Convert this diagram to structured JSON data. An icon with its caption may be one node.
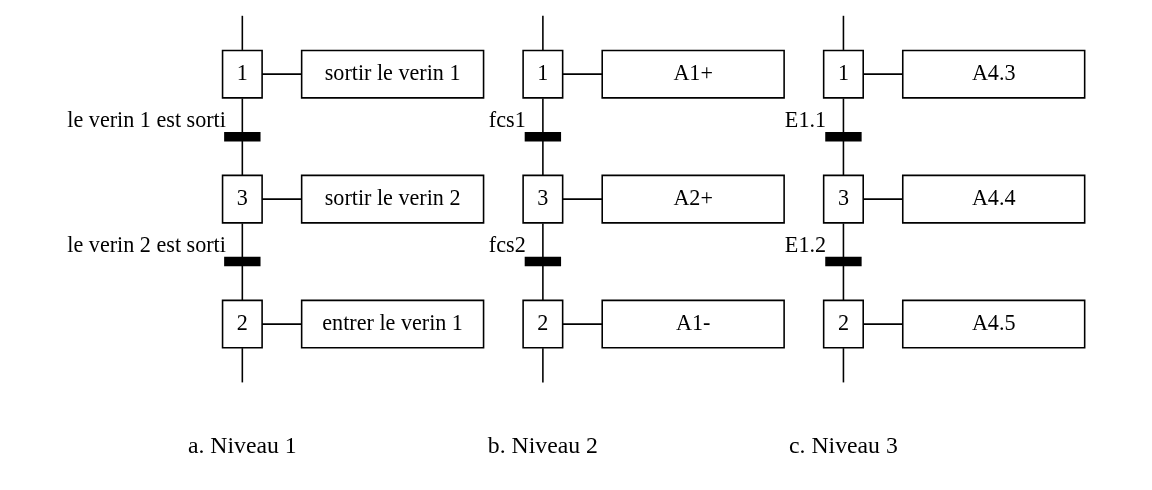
{
  "diagram": {
    "nodes": [
      {
        "text": [
          "1"
        ]
      },
      {
        "text": [
          "sortir le verin 1"
        ]
      },
      {
        "text": [],
        "shape": "bar",
        "beside": [
          "le verin 1 est sorti"
        ]
      },
      {
        "text": [
          "3"
        ]
      },
      {
        "text": [
          "sortir le verin 2"
        ]
      },
      {
        "text": [],
        "shape": "bar",
        "beside": [
          "le verin 2 est sorti"
        ]
      },
      {
        "text": [
          "2"
        ]
      },
      {
        "text": [
          "entrer le verin 1"
        ]
      },
      {
        "text": [
          "1"
        ]
      },
      {
        "text": [
          "A1+"
        ]
      },
      {
        "text": [],
        "shape": "bar",
        "beside": [
          "fcs1"
        ]
      },
      {
        "text": [
          "3"
        ]
      },
      {
        "text": [
          "A2+"
        ]
      },
      {
        "text": [],
        "shape": "bar",
        "beside": [
          "fcs2"
        ]
      },
      {
        "text": [
          "2"
        ]
      },
      {
        "text": [
          "A1-"
        ]
      },
      {
        "text": [
          "1"
        ]
      },
      {
        "text": [
          "A4.3"
        ]
      },
      {
        "text": [],
        "shape": "bar",
        "beside": [
          "E1.1"
        ]
      },
      {
        "text": [
          "3"
        ]
      },
      {
        "text": [
          "A4.4"
        ]
      },
      {
        "text": [],
        "shape": "bar",
        "beside": [
          "E1.2"
        ]
      },
      {
        "text": [
          "2"
        ]
      },
      {
        "text": [
          "A4.5"
        ]
      }
    ],
    "edges": [
      {
        "from": null,
        "to": 0,
        "arrow": "none"
      },
      {
        "from": 0,
        "to": 1,
        "arrow": "none"
      },
      {
        "from": 0,
        "to": 2,
        "arrow": "none"
      },
      {
        "from": 2,
        "to": 3,
        "arrow": "none"
      },
      {
        "from": 3,
        "to": 4,
        "arrow": "none"
      },
      {
        "from": 3,
        "to": 5,
        "arrow": "none"
      },
      {
        "from": 5,
        "to": 6,
        "arrow": "none"
      },
      {
        "from": 6,
        "to": 7,
        "arrow": "none"
      },
      {
        "from": 6,
        "to": null,
        "arrow": "none"
      },
      {
        "from": null,
        "to": 8,
        "arrow": "none"
      },
      {
        "from": 8,
        "to": 9,
        "arrow": "none"
      },
      {
        "from": 8,
        "to": 10,
        "arrow": "none"
      },
      {
        "from": 10,
        "to": 11,
        "arrow": "none"
      },
      {
        "from": 11,
        "to": 12,
        "arrow": "none"
      },
      {
        "from": 11,
        "to": 13,
        "arrow": "none"
      },
      {
        "from": 13,
        "to": 14,
        "arrow": "none"
      },
      {
        "from": 14,
        "to": 15,
        "arrow": "none"
      },
      {
        "from": 14,
        "to": null,
        "arrow": "none"
      },
      {
        "from": null,
        "to": 16,
        "arrow": "none"
      },
      {
        "from": 16,
        "to": 17,
        "arrow": "none"
      },
      {
        "from": 16,
        "to": 18,
        "arrow": "none"
      },
      {
        "from": 18,
        "to": 19,
        "arrow": "none"
      },
      {
        "from": 19,
        "to": 20,
        "arrow": "none"
      },
      {
        "from": 19,
        "to": 21,
        "arrow": "none"
      },
      {
        "from": 21,
        "to": 22,
        "arrow": "none"
      },
      {
        "from": 22,
        "to": 23,
        "arrow": "none"
      },
      {
        "from": 22,
        "to": null,
        "arrow": "none"
      }
    ],
    "labels": [
      "a. Niveau 1",
      "b. Niveau 2",
      "c. Niveau 3"
    ]
  }
}
